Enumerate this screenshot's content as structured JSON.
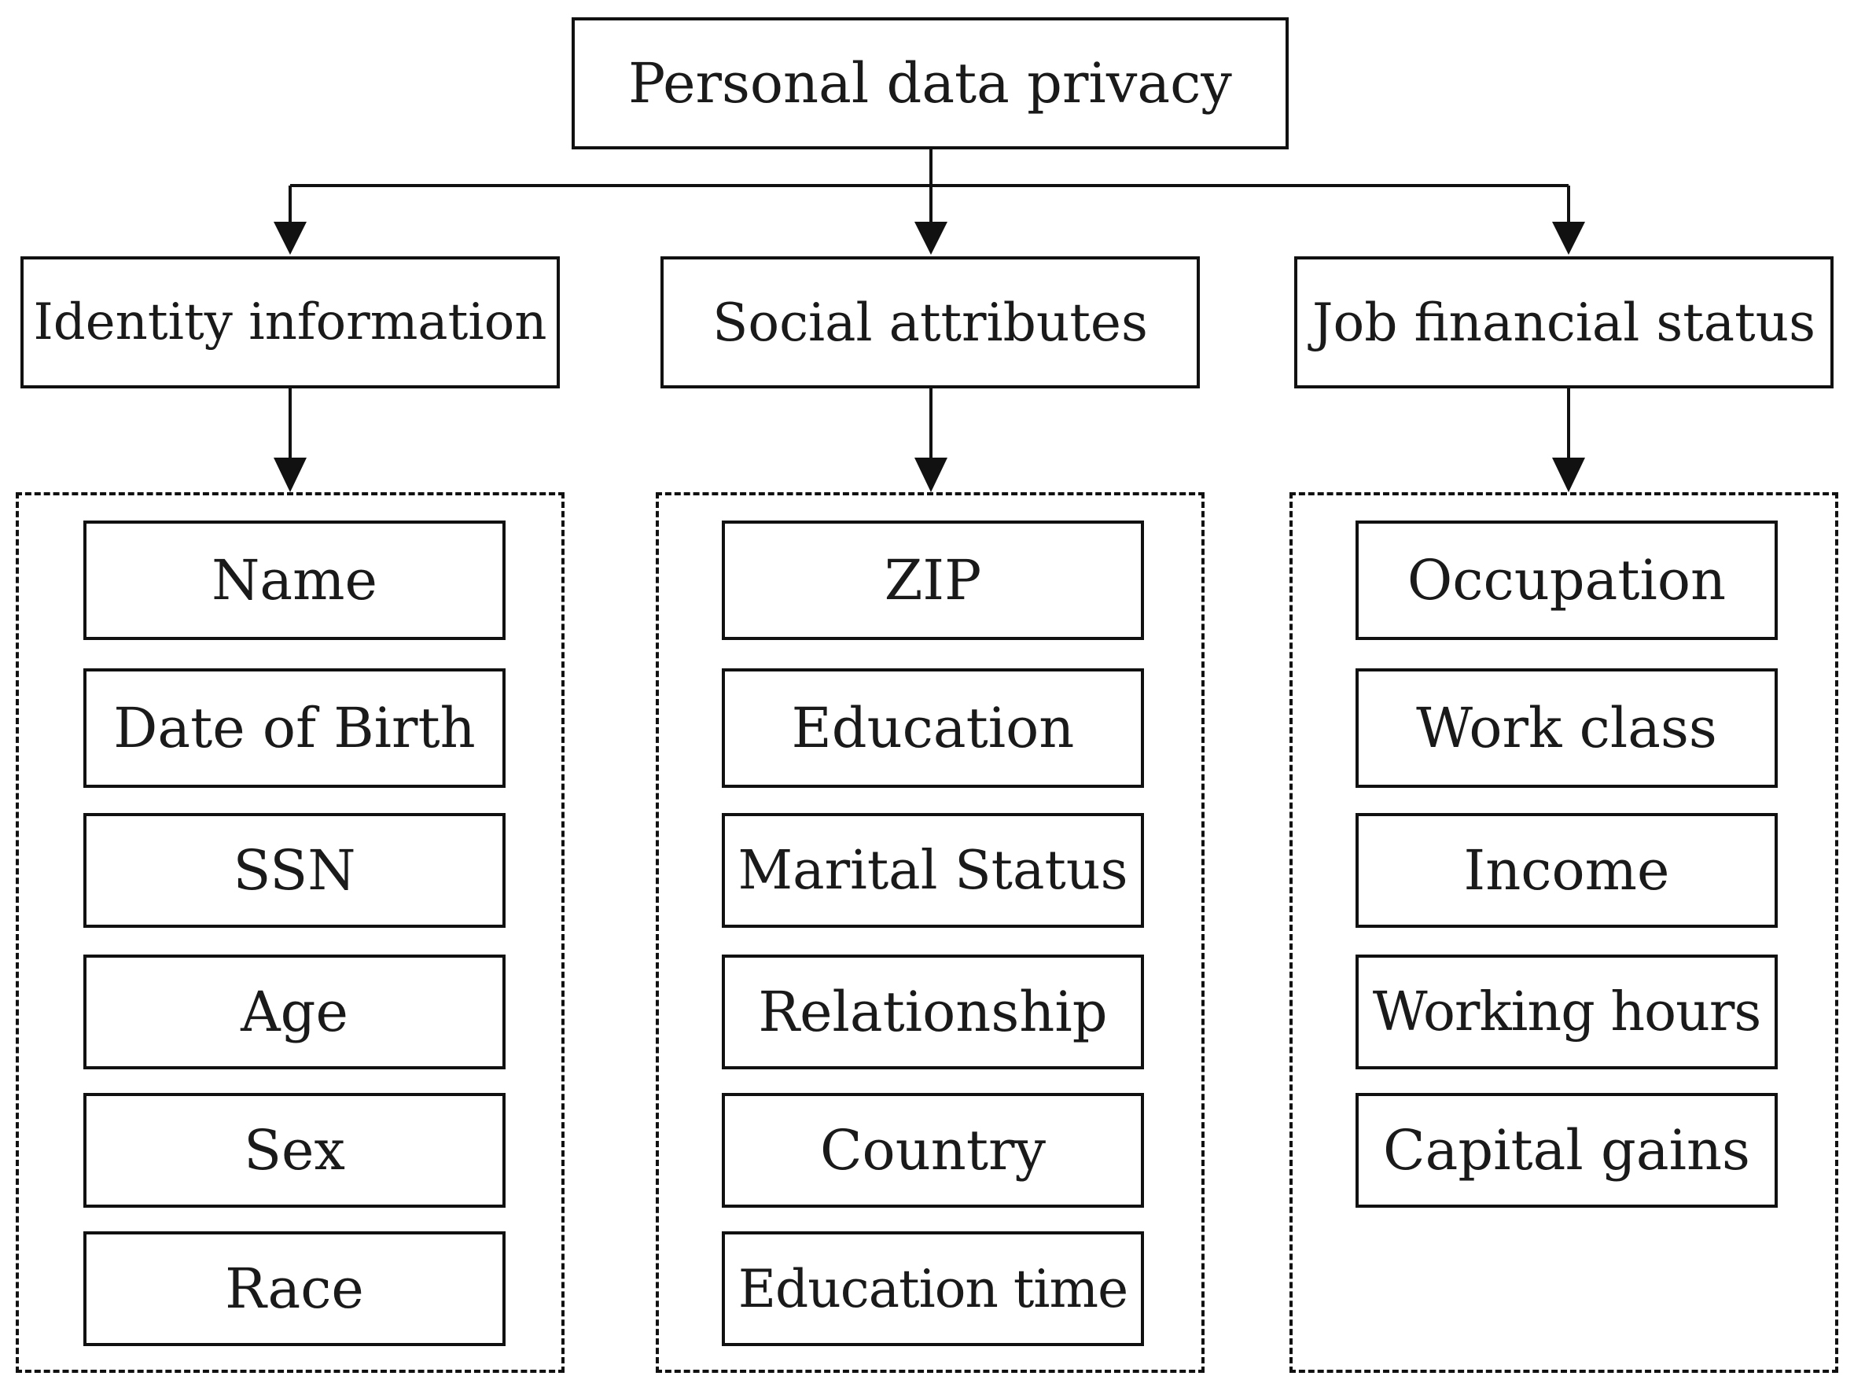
{
  "diagram": {
    "root": {
      "label": "Personal data privacy"
    },
    "categories": [
      {
        "label": "Identity information",
        "items": [
          "Name",
          "Date of Birth",
          "SSN",
          "Age",
          "Sex",
          "Race"
        ]
      },
      {
        "label": "Social attributes",
        "items": [
          "ZIP",
          "Education",
          "Marital Status",
          "Relationship",
          "Country",
          "Education time"
        ]
      },
      {
        "label": "Job financial status",
        "items": [
          "Occupation",
          "Work class",
          "Income",
          "Working hours",
          "Capital gains"
        ]
      }
    ]
  },
  "colors": {
    "stroke": "#111111",
    "text": "#1a1a1a",
    "background": "#ffffff"
  }
}
